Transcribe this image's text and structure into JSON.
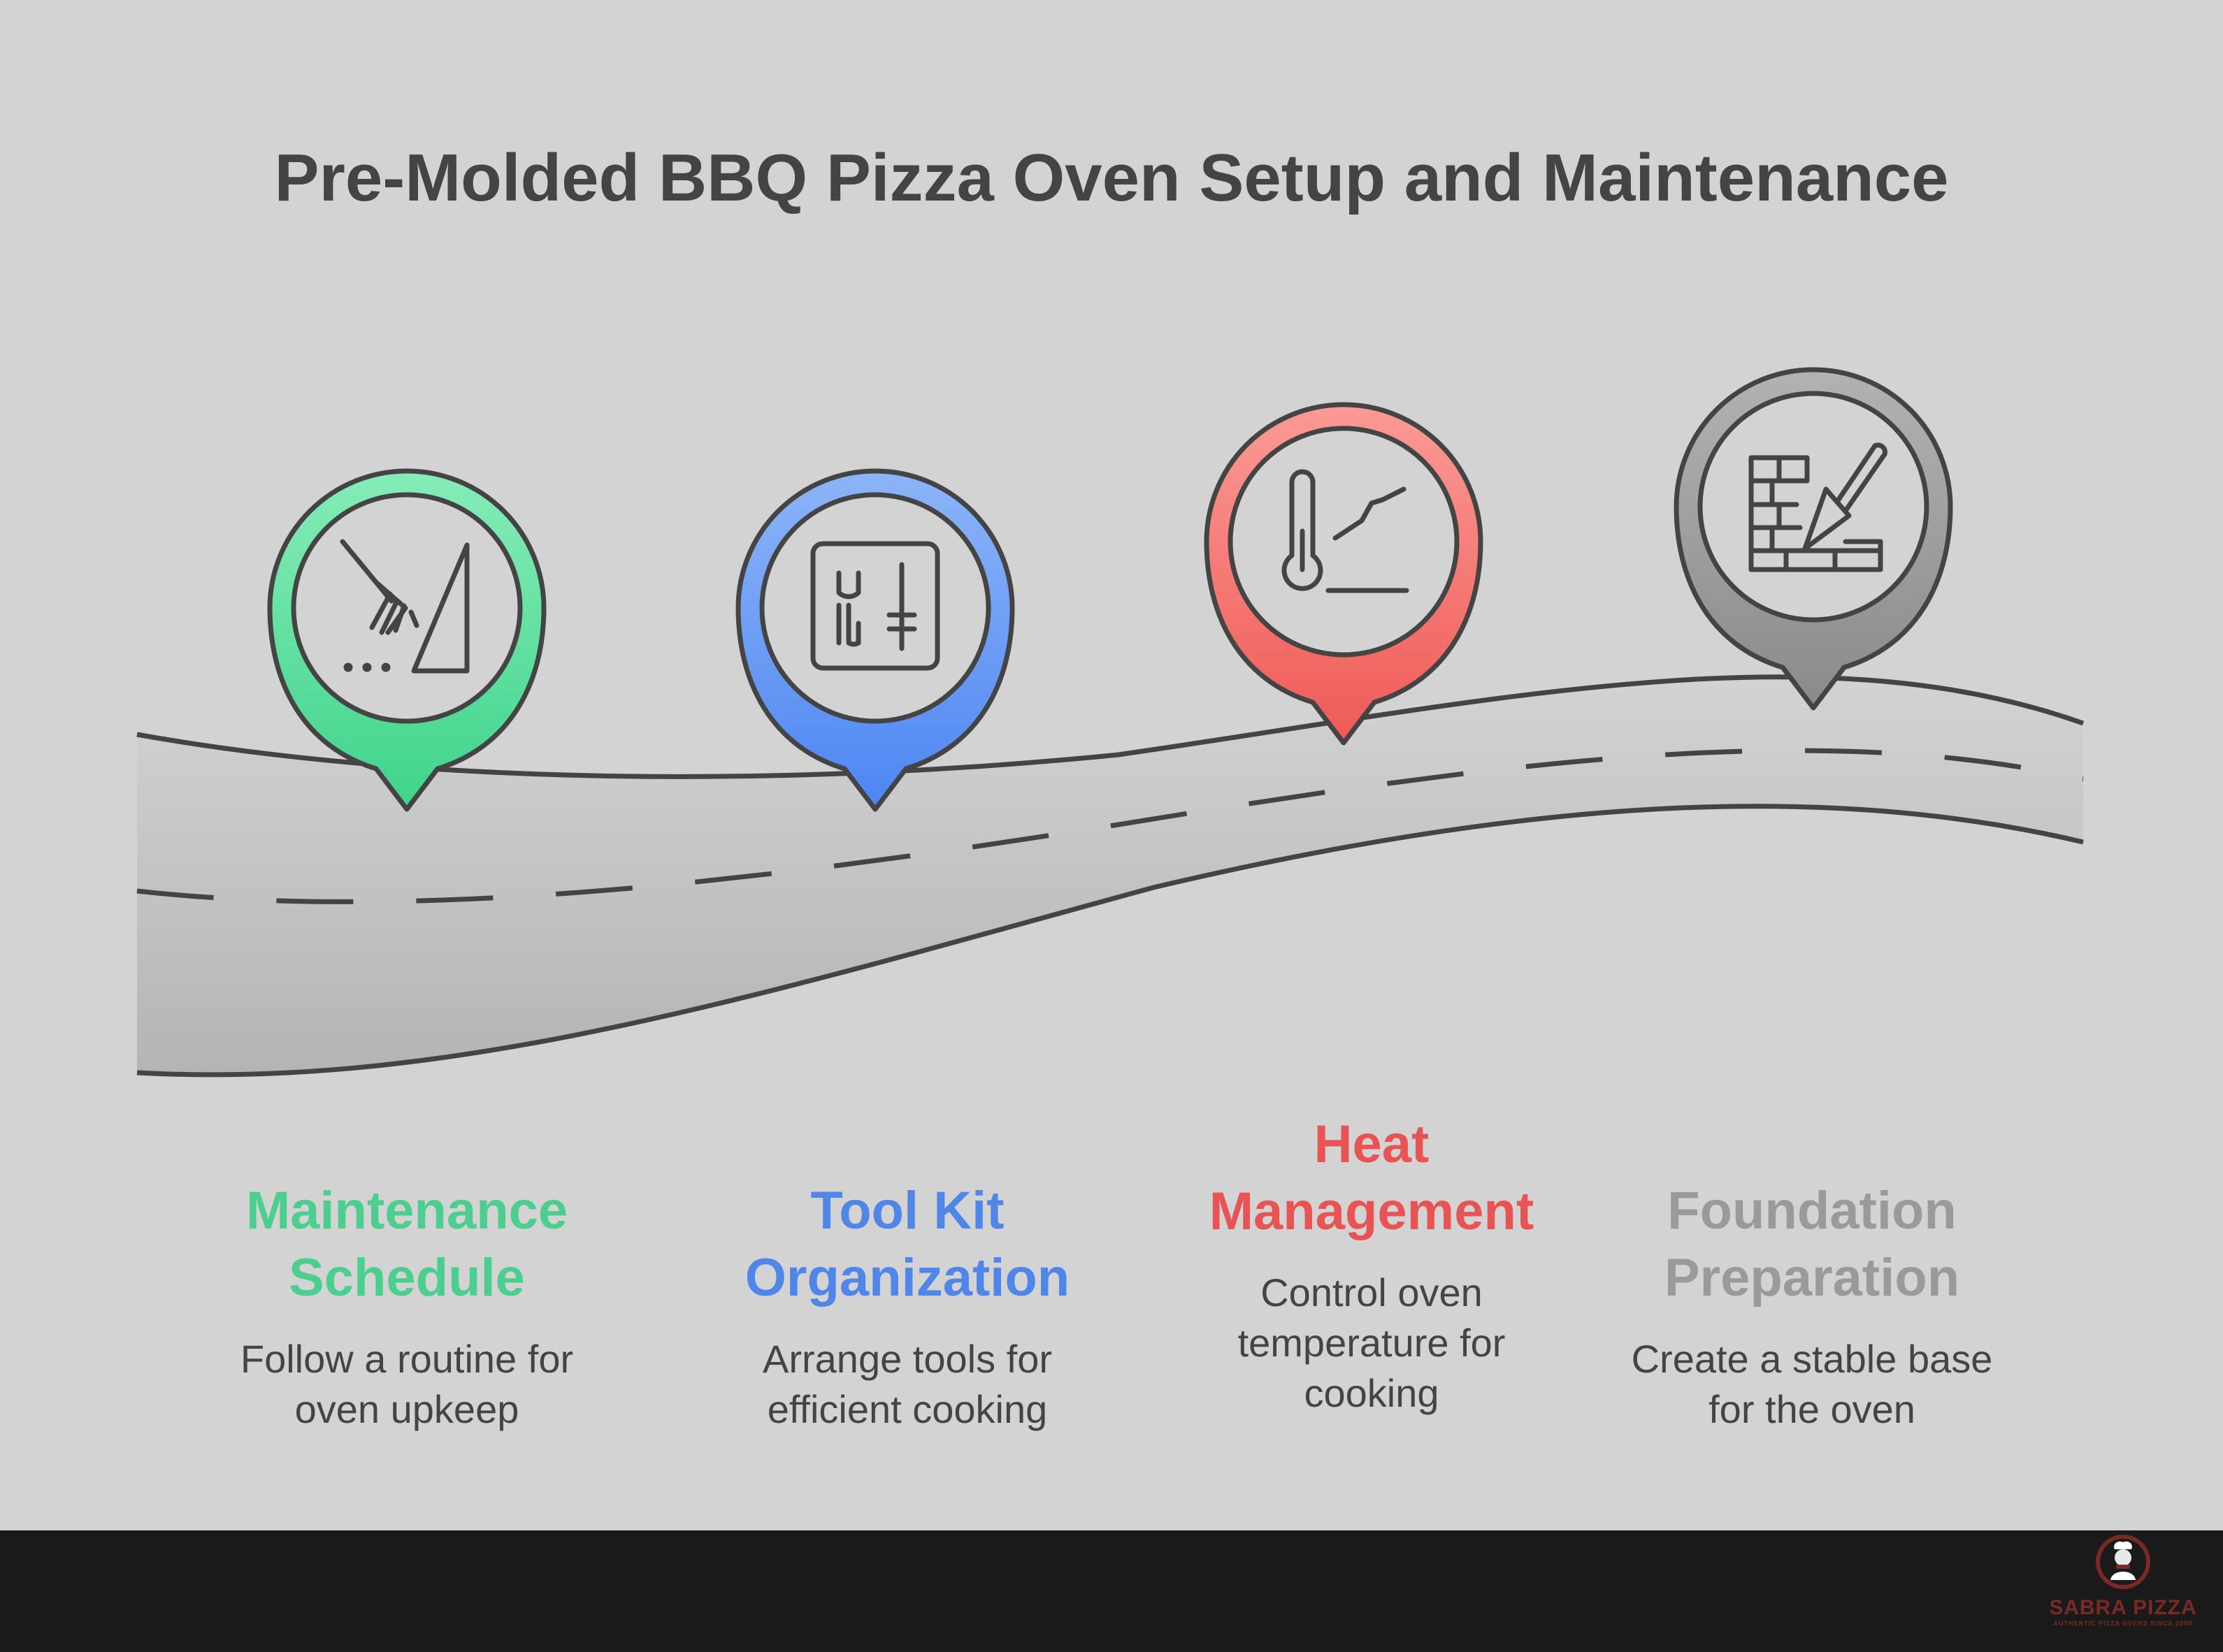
{
  "title": "Pre-Molded BBQ Pizza Oven Setup and Maintenance",
  "colors": {
    "background": "#d3d3d3",
    "footer": "#1a1a1a",
    "outline": "#444444"
  },
  "steps": [
    {
      "title": "Maintenance\nSchedule",
      "description": "Follow a routine for\noven upkeep",
      "color": "#4ccf8e",
      "icon": "broom-dustpan-icon"
    },
    {
      "title": "Tool Kit\nOrganization",
      "description": "Arrange tools for\nefficient cooking",
      "color": "#4f86e8",
      "icon": "toolbox-wrench-icon"
    },
    {
      "title": "Heat\nManagement",
      "description": "Control oven\ntemperature for\ncooking",
      "color": "#e85454",
      "icon": "thermometer-chart-icon"
    },
    {
      "title": "Foundation\nPreparation",
      "description": "Create a stable base\nfor the oven",
      "color": "#9a9a9a",
      "icon": "brick-wall-trowel-icon"
    }
  ],
  "brand": {
    "name": "SABRA PIZZA",
    "tagline": "AUTHENTIC PIZZA OVENS SINCE 2009",
    "icon": "chef-logo-icon"
  }
}
